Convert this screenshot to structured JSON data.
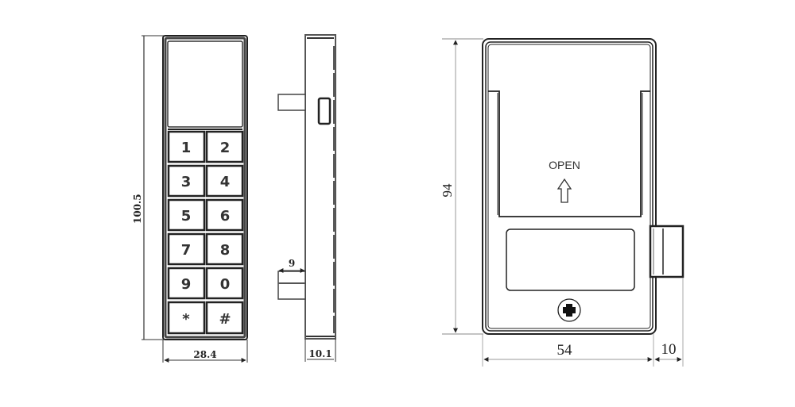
{
  "front_view": {
    "keys": [
      "1",
      "2",
      "3",
      "4",
      "5",
      "6",
      "7",
      "8",
      "9",
      "0",
      "*",
      "#"
    ],
    "dim_height": "100.5",
    "dim_width": "28.4"
  },
  "side_view": {
    "dim_bolt": "9",
    "dim_depth": "10.1"
  },
  "rear_view": {
    "open_label": "OPEN",
    "dim_height": "94",
    "dim_width": "54",
    "dim_bolt": "10"
  }
}
